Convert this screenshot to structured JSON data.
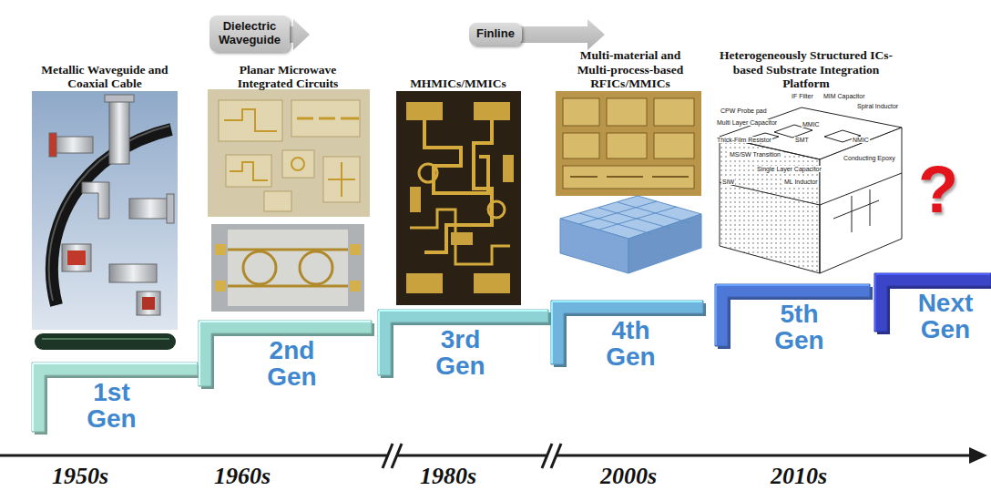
{
  "diagram": {
    "nodes": [
      {
        "text": [
          "Dielectric Waveguide"
        ]
      },
      {
        "text": [
          "Finline"
        ]
      },
      {
        "text": [
          "1st Gen"
        ]
      },
      {
        "text": [
          "2nd Gen"
        ]
      },
      {
        "text": [
          "3rd Gen"
        ]
      },
      {
        "text": [
          "4th Gen"
        ]
      },
      {
        "text": [
          "5th Gen"
        ]
      },
      {
        "text": [
          "Next Gen"
        ]
      }
    ],
    "labels": [
      "Metallic Waveguide and Coaxial Cable",
      "Planar Microwave Integrated Circuits",
      "MHMICs/MMICs",
      "Multi-material and Multi-process-based RFICs/MMICs",
      "Heterogeneously Structured ICs-based Substrate Integration Platform",
      "IF Filter",
      "MIM Capacitor",
      "Spiral Inductor",
      "CPW Probe pad",
      "Multi Layer Capacitor",
      "MMIC",
      "SMT",
      "Thick-Film Resistor",
      "MS/SW Transition",
      "NMIC",
      "Single Layer Capacitor",
      "ML Inductor",
      "Conducting Epoxy",
      "SIW",
      "?",
      "1950s",
      "1960s",
      "1980s",
      "2000s",
      "2010s"
    ]
  }
}
